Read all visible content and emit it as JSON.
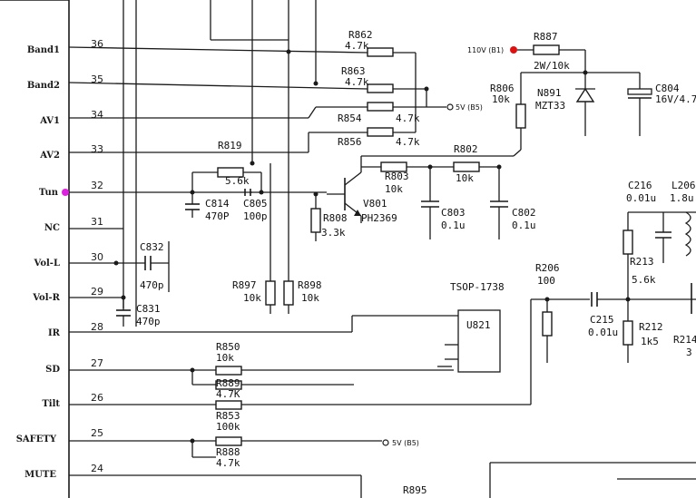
{
  "ic_pins": [
    {
      "label": "Band1",
      "num": "36"
    },
    {
      "label": "Band2",
      "num": "35"
    },
    {
      "label": "AV1",
      "num": "34"
    },
    {
      "label": "AV2",
      "num": "33"
    },
    {
      "label": "Tun",
      "num": "32"
    },
    {
      "label": "NC",
      "num": "31"
    },
    {
      "label": "Vol-L",
      "num": "30"
    },
    {
      "label": "Vol-R",
      "num": "29"
    },
    {
      "label": "IR",
      "num": "28"
    },
    {
      "label": "SD",
      "num": "27"
    },
    {
      "label": "Tilt",
      "num": "26"
    },
    {
      "label": "SAFETY",
      "num": "25"
    },
    {
      "label": "MUTE",
      "num": "24"
    }
  ],
  "components": {
    "r862": {
      "ref": "R862",
      "val": "4.7k"
    },
    "r863": {
      "ref": "R863",
      "val": "4.7k"
    },
    "r854": {
      "ref": "R854",
      "val": "4.7k"
    },
    "r856": {
      "ref": "R856",
      "val": "4.7k"
    },
    "r819": {
      "ref": "R819",
      "val": "5.6k"
    },
    "c814": {
      "ref": "C814",
      "val": "470P"
    },
    "c805": {
      "ref": "C805",
      "val": "100p"
    },
    "c832": {
      "ref": "C832",
      "val": "470p"
    },
    "c831": {
      "ref": "C831",
      "val": "470p"
    },
    "r897": {
      "ref": "R897",
      "val": "10k"
    },
    "r898": {
      "ref": "R898",
      "val": "10k"
    },
    "r808": {
      "ref": "R808",
      "val": "3.3k"
    },
    "v801": {
      "ref": "V801",
      "val": "PH2369"
    },
    "r803": {
      "ref": "R803",
      "val": "10k"
    },
    "r802": {
      "ref": "R802",
      "val": "10k"
    },
    "c803": {
      "ref": "C803",
      "val": "0.1u"
    },
    "c802": {
      "ref": "C802",
      "val": "0.1u"
    },
    "r806": {
      "ref": "R806",
      "val": "10k"
    },
    "r887": {
      "ref": "R887",
      "val": "2W/10k"
    },
    "n891": {
      "ref": "N891",
      "val": "MZT33"
    },
    "c804": {
      "ref": "C804",
      "val": "16V/4.7"
    },
    "r206": {
      "ref": "R206",
      "val": "100"
    },
    "c215": {
      "ref": "C215",
      "val": "0.01u"
    },
    "c216": {
      "ref": "C216",
      "val": "0.01u"
    },
    "l206": {
      "ref": "L206",
      "val": "1.8u"
    },
    "r213": {
      "ref": "R213",
      "val": "5.6k"
    },
    "r212": {
      "ref": "R212",
      "val": "1k5"
    },
    "r214": {
      "ref": "R214",
      "val": "3"
    },
    "u821": {
      "ref": "U821"
    },
    "tsop": {
      "ref": "TSOP-1738"
    },
    "r850": {
      "ref": "R850",
      "val": "10k"
    },
    "r889": {
      "ref": "R889",
      "val": "4.7K"
    },
    "r853": {
      "ref": "R853",
      "val": "100k"
    },
    "r888": {
      "ref": "R888",
      "val": "4.7k"
    },
    "r895": {
      "ref": "R895"
    }
  },
  "nets": {
    "five_v_b5": "5V (B5)",
    "v110_b1": "110V (B1)"
  },
  "marker_colors": {
    "tun": "#e020e0",
    "hv": "#e01010"
  }
}
